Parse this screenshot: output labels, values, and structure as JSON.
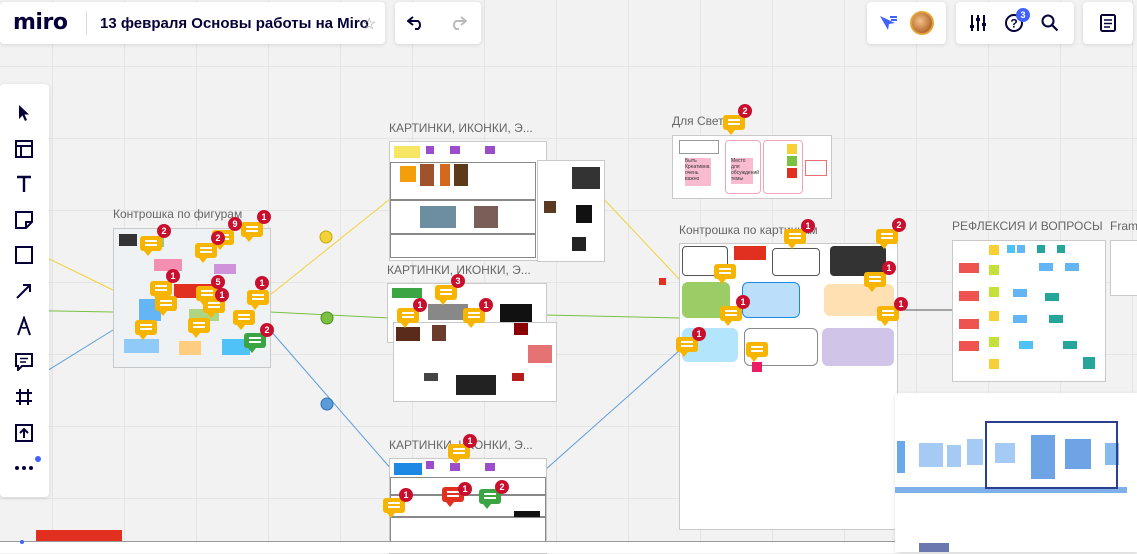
{
  "app": {
    "logo": "miro",
    "board_title": "13 февраля Основы работы на Miro"
  },
  "header": {
    "help_badge": "3"
  },
  "frames": {
    "kontroshka_figury": "Контрошка по фигурам",
    "kartinki_1": "КАРТИНКИ, ИКОНКИ, Э...",
    "kartinki_2": "КАРТИНКИ, ИКОНКИ, Э...",
    "kartinki_3": "КАРТИНКИ, ИКОНКИ, Э...",
    "dlya_svety": "Для Светы",
    "kontroshka_kartinki": "Контрошка по картинкам",
    "refleksiya": "РЕФЛЕКСИЯ И ВОПРОСЫ",
    "frame_cut": "Fram"
  },
  "badges": [
    "2",
    "2",
    "9",
    "1",
    "1",
    "5",
    "1",
    "1",
    "2",
    "3",
    "1",
    "1",
    "1",
    "1",
    "2",
    "2",
    "1",
    "1",
    "1",
    "1",
    "1",
    "1",
    "2"
  ],
  "sticky_texts": {
    "pink1": "Быть Креативна очень важно",
    "pink2": "Место для обсуждений темы"
  },
  "colors": {
    "accent": "#4262ff",
    "comment_yellow": "#f7b500",
    "comment_red": "#e1301f",
    "comment_green": "#3aa542",
    "badge_red": "#c8102e",
    "connector_yellow": "#f2d23a",
    "connector_blue": "#5c9bdb",
    "connector_green": "#7ac142"
  },
  "toolbar_tools": [
    "select-icon",
    "templates-icon",
    "text-icon",
    "sticky-note-icon",
    "shape-icon",
    "connection-line-icon",
    "pen-icon",
    "comment-icon",
    "frame-icon",
    "upload-icon",
    "more-icon"
  ]
}
